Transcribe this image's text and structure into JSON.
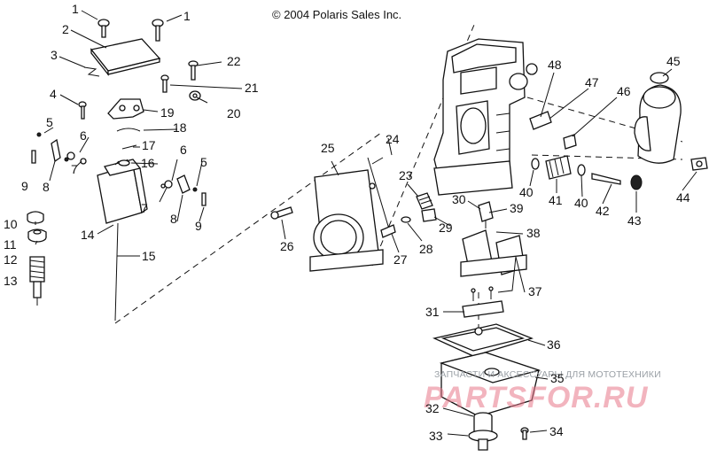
{
  "copyright": "© 2004 Polaris Sales Inc.",
  "watermark": {
    "line1": "ЗАПЧАСТИ И АКСЕССУАРЫ ДЛЯ МОТОТЕХНИКИ",
    "line2": "PARTSFOR.RU"
  },
  "callouts": [
    {
      "id": "c1a",
      "text": "1"
    },
    {
      "id": "c1b",
      "text": "1"
    },
    {
      "id": "c2",
      "text": "2"
    },
    {
      "id": "c3",
      "text": "3"
    },
    {
      "id": "c4",
      "text": "4"
    },
    {
      "id": "c5a",
      "text": "5"
    },
    {
      "id": "c5b",
      "text": "5"
    },
    {
      "id": "c6a",
      "text": "6"
    },
    {
      "id": "c6b",
      "text": "6"
    },
    {
      "id": "c7a",
      "text": "7"
    },
    {
      "id": "c7b",
      "text": "7"
    },
    {
      "id": "c8a",
      "text": "8"
    },
    {
      "id": "c8b",
      "text": "8"
    },
    {
      "id": "c9a",
      "text": "9"
    },
    {
      "id": "c9b",
      "text": "9"
    },
    {
      "id": "c10",
      "text": "10"
    },
    {
      "id": "c11",
      "text": "11"
    },
    {
      "id": "c12",
      "text": "12"
    },
    {
      "id": "c13",
      "text": "13"
    },
    {
      "id": "c14",
      "text": "14"
    },
    {
      "id": "c15",
      "text": "15"
    },
    {
      "id": "c16",
      "text": "16"
    },
    {
      "id": "c17",
      "text": "17"
    },
    {
      "id": "c18",
      "text": "18"
    },
    {
      "id": "c19",
      "text": "19"
    },
    {
      "id": "c20",
      "text": "20"
    },
    {
      "id": "c21",
      "text": "21"
    },
    {
      "id": "c22",
      "text": "22"
    },
    {
      "id": "c23",
      "text": "23"
    },
    {
      "id": "c24",
      "text": "24"
    },
    {
      "id": "c25",
      "text": "25"
    },
    {
      "id": "c26",
      "text": "26"
    },
    {
      "id": "c27",
      "text": "27"
    },
    {
      "id": "c28",
      "text": "28"
    },
    {
      "id": "c29",
      "text": "29"
    },
    {
      "id": "c30",
      "text": "30"
    },
    {
      "id": "c31",
      "text": "31"
    },
    {
      "id": "c32",
      "text": "32"
    },
    {
      "id": "c33",
      "text": "33"
    },
    {
      "id": "c34",
      "text": "34"
    },
    {
      "id": "c35",
      "text": "35"
    },
    {
      "id": "c36",
      "text": "36"
    },
    {
      "id": "c37",
      "text": "37"
    },
    {
      "id": "c38",
      "text": "38"
    },
    {
      "id": "c39",
      "text": "39"
    },
    {
      "id": "c40a",
      "text": "40"
    },
    {
      "id": "c40b",
      "text": "40"
    },
    {
      "id": "c41",
      "text": "41"
    },
    {
      "id": "c42",
      "text": "42"
    },
    {
      "id": "c43",
      "text": "43"
    },
    {
      "id": "c44",
      "text": "44"
    },
    {
      "id": "c45",
      "text": "45"
    },
    {
      "id": "c46",
      "text": "46"
    },
    {
      "id": "c47",
      "text": "47"
    },
    {
      "id": "c48",
      "text": "48"
    }
  ]
}
